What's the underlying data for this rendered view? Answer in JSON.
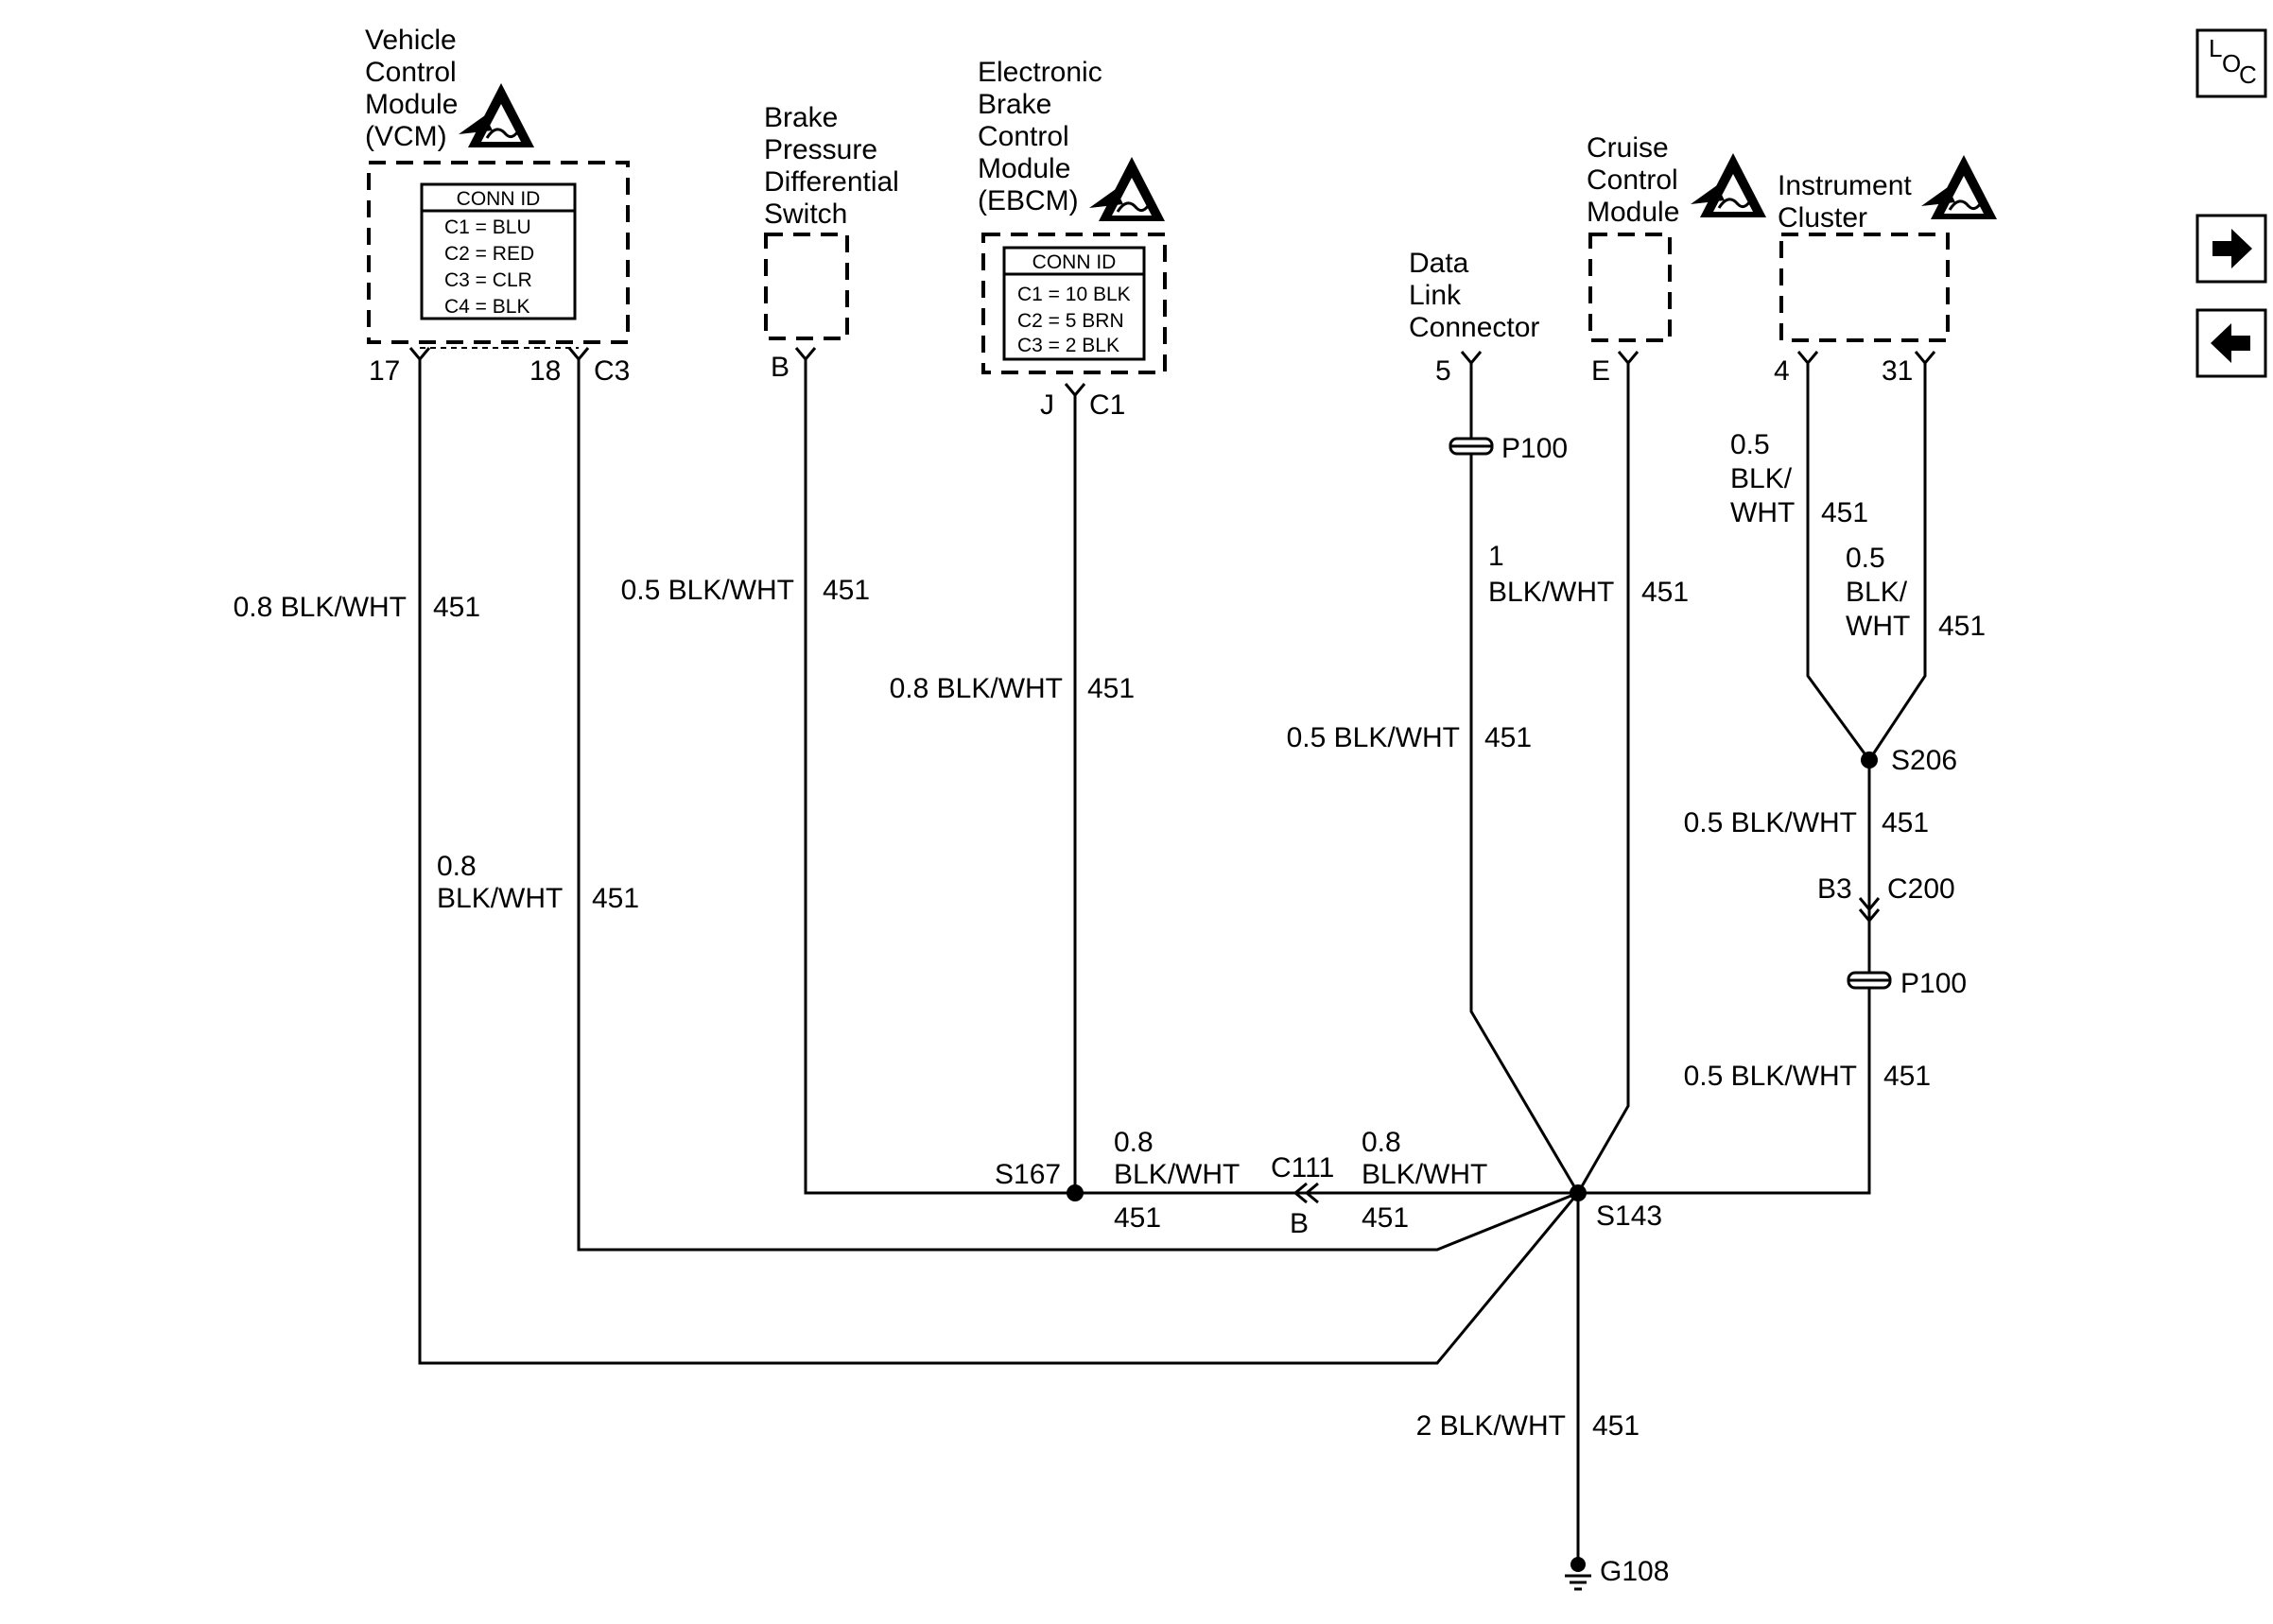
{
  "components": {
    "vcm": {
      "title": [
        "Vehicle",
        "Control",
        "Module",
        "(VCM)"
      ],
      "conn_title": "CONN ID",
      "conn_rows": [
        "C1 = BLU",
        "C2 = RED",
        "C3 = CLR",
        "C4 = BLK"
      ],
      "pin_a": "17",
      "pin_b": "18",
      "connector": "C3"
    },
    "bpds": {
      "title": [
        "Brake",
        "Pressure",
        "Differential",
        "Switch"
      ],
      "pin": "B"
    },
    "ebcm": {
      "title": [
        "Electronic",
        "Brake",
        "Control",
        "Module",
        "(EBCM)"
      ],
      "conn_title": "CONN ID",
      "conn_rows": [
        "C1 = 10 BLK",
        "C2 = 5 BRN",
        "C3 = 2 BLK"
      ],
      "pin": "J",
      "connector": "C1"
    },
    "dlc": {
      "title": [
        "Data",
        "Link",
        "Connector"
      ],
      "pin": "5"
    },
    "ccm": {
      "title": [
        "Cruise",
        "Control",
        "Module"
      ],
      "pin": "E"
    },
    "ipc": {
      "title": [
        "Instrument",
        "Cluster"
      ],
      "pin_a": "4",
      "pin_b": "31"
    }
  },
  "wires": {
    "vcm17": {
      "size": "0.8 BLK/WHT",
      "circuit": "451"
    },
    "vcm18": {
      "size": "0.8",
      "color": "BLK/WHT",
      "circuit": "451"
    },
    "bpds": {
      "size": "0.5 BLK/WHT",
      "circuit": "451"
    },
    "ebcm": {
      "size": "0.8 BLK/WHT",
      "circuit": "451"
    },
    "dlc_upper": {
      "size": "1",
      "color": "BLK/WHT",
      "circuit": "451"
    },
    "dlc_lower": {
      "size": "0.5 BLK/WHT",
      "circuit": "451"
    },
    "ipc4": {
      "size": "0.5",
      "c1": "BLK/",
      "c2": "WHT",
      "circuit": "451"
    },
    "ipc31": {
      "size": "0.5",
      "c1": "BLK/",
      "c2": "WHT",
      "circuit": "451"
    },
    "s206_down": {
      "size": "0.5 BLK/WHT",
      "circuit": "451"
    },
    "p100_down": {
      "size": "0.5 BLK/WHT",
      "circuit": "451"
    },
    "bus_left": {
      "size": "0.8",
      "color": "BLK/WHT",
      "circuit": "451"
    },
    "bus_right": {
      "size": "0.8",
      "color": "BLK/WHT",
      "circuit": "451"
    },
    "ground": {
      "size": "2 BLK/WHT",
      "circuit": "451"
    }
  },
  "points": {
    "p100_top": "P100",
    "p100_right": "P100",
    "s206": "S206",
    "c200": "C200",
    "c200_pin": "B3",
    "s167": "S167",
    "c111": "C111",
    "c111_pin": "B",
    "s143": "S143",
    "g108": "G108"
  },
  "nav": {
    "loc_l": "L",
    "loc_o": "O",
    "loc_c": "C",
    "next_icon": "arrow-right-icon",
    "prev_icon": "arrow-left-icon"
  }
}
